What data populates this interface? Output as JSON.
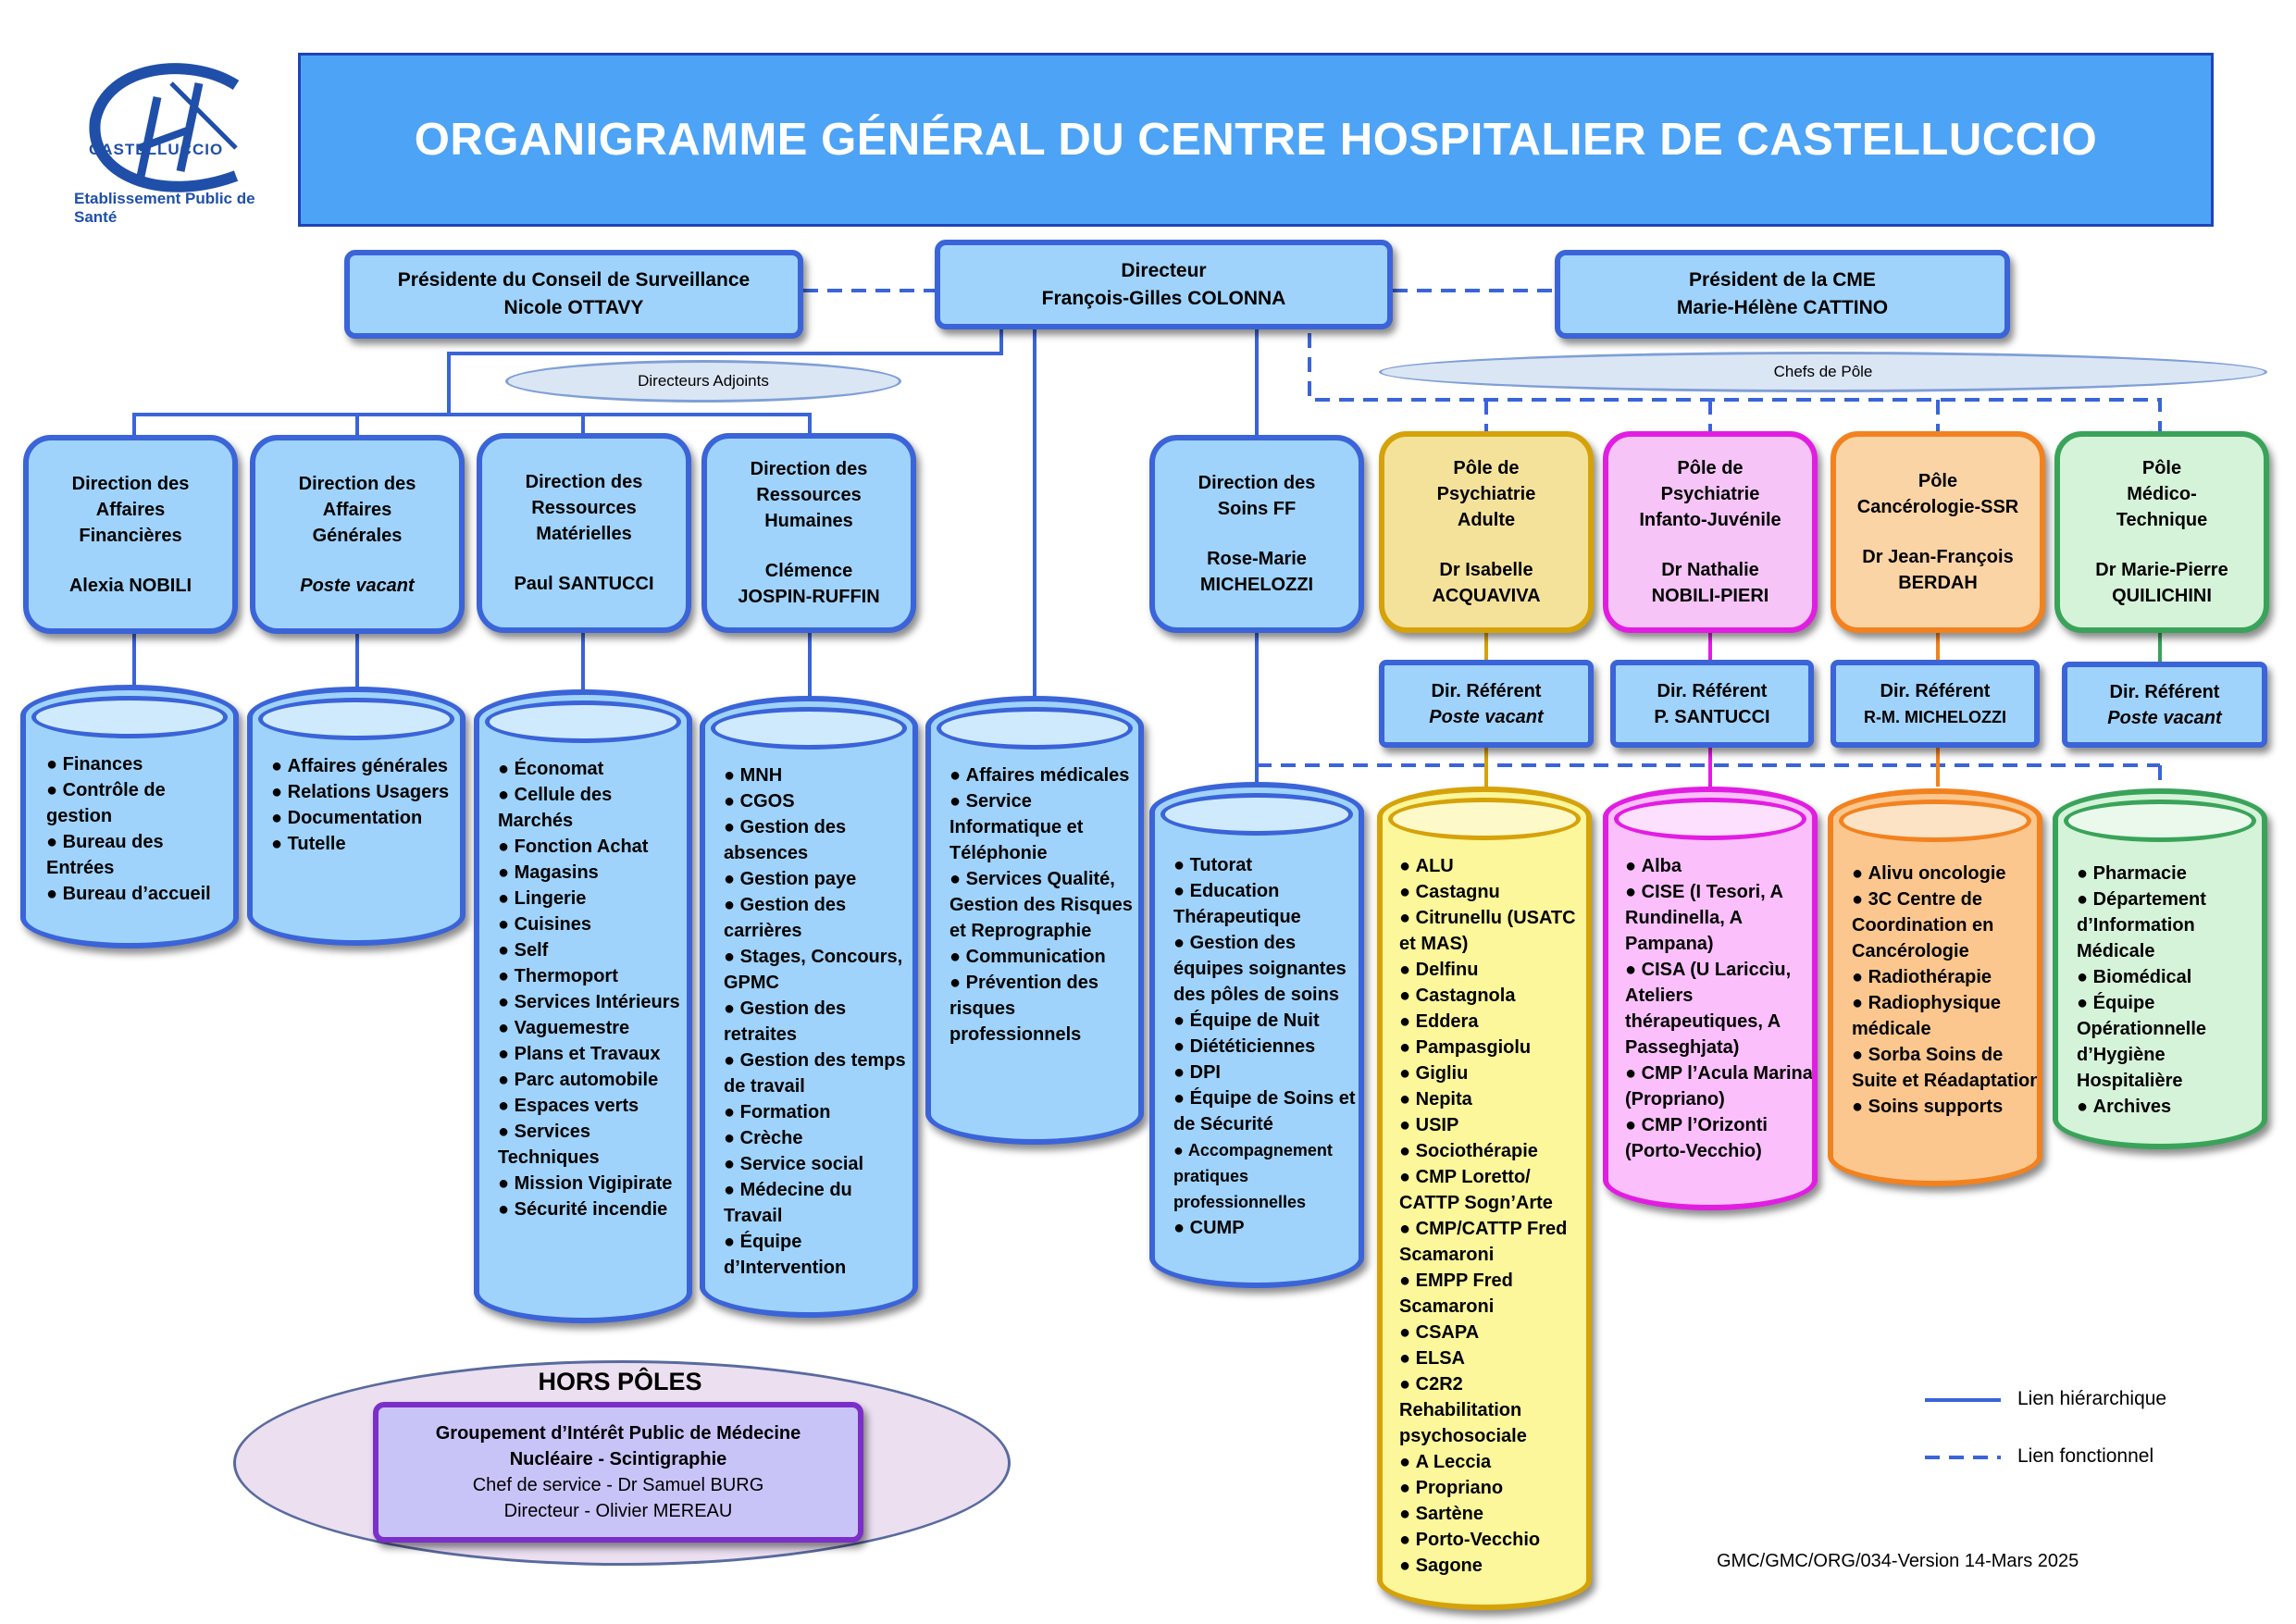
{
  "logo": {
    "name": "CASTELLUCCIO",
    "tagline": "Etablissement Public de Santé"
  },
  "title": "ORGANIGRAMME GÉNÉRAL DU CENTRE HOSPITALIER DE CASTELLUCCIO",
  "top": {
    "president_cs": {
      "role": "Présidente du Conseil de Surveillance",
      "name": "Nicole OTTAVY"
    },
    "director": {
      "role": "Directeur",
      "name": "François-Gilles COLONNA"
    },
    "president_cme": {
      "role": "Président de la CME",
      "name": "Marie-Hélène CATTINO"
    }
  },
  "labels": {
    "deputies": "Directeurs Adjoints",
    "pole_heads": "Chefs de Pôle"
  },
  "directions": [
    {
      "lines": [
        "Direction des",
        "Affaires",
        "Financières"
      ],
      "person": "Alexia NOBILI"
    },
    {
      "lines": [
        "Direction des",
        "Affaires",
        "Générales"
      ],
      "person": "Poste vacant"
    },
    {
      "lines": [
        "Direction des",
        "Ressources",
        "Matérielles"
      ],
      "person": "Paul SANTUCCI"
    },
    {
      "lines": [
        "Direction des",
        "Ressources",
        "Humaines"
      ],
      "person": [
        "Clémence",
        "JOSPIN-RUFFIN"
      ]
    },
    {
      "lines": [
        "Direction des",
        "Soins FF"
      ],
      "person": [
        "Rose-Marie",
        "MICHELOZZI"
      ]
    }
  ],
  "poles": [
    {
      "lines": [
        "Pôle de",
        "Psychiatrie",
        "Adulte"
      ],
      "person": [
        "Dr Isabelle",
        "ACQUAVIVA"
      ],
      "color": "#f5e29a",
      "border": "#d6a20a",
      "ref": {
        "label": "Dir. Référent",
        "name": "Poste vacant"
      }
    },
    {
      "lines": [
        "Pôle de",
        "Psychiatrie",
        "Infanto-Juvénile"
      ],
      "person": [
        "Dr Nathalie",
        "NOBILI-PIERI"
      ],
      "color": "#f6c4f6",
      "border": "#e21de2",
      "ref": {
        "label": "Dir. Référent",
        "name": "P. SANTUCCI"
      }
    },
    {
      "lines": [
        "Pôle",
        "Cancérologie-SSR"
      ],
      "person": [
        "Dr Jean-François",
        "BERDAH"
      ],
      "color": "#fbd4a5",
      "border": "#f2821f",
      "ref": {
        "label": "Dir. Référent",
        "name": "R-M. MICHELOZZI"
      }
    },
    {
      "lines": [
        "Pôle",
        "Médico-",
        "Technique"
      ],
      "person": [
        "Dr Marie-Pierre",
        "QUILICHINI"
      ],
      "color": "#d5f3d9",
      "border": "#3aa35a",
      "ref": {
        "label": "Dir. Référent",
        "name": "Poste vacant"
      }
    }
  ],
  "services": {
    "finances": [
      "Finances",
      "Contrôle de gestion",
      "Bureau des Entrées",
      "Bureau d’accueil"
    ],
    "generales": [
      "Affaires générales",
      "Relations Usagers",
      "Documentation",
      "Tutelle"
    ],
    "materielles": [
      "Économat",
      "Cellule des Marchés",
      "Fonction Achat",
      "Magasins",
      "Lingerie",
      "Cuisines",
      "Self",
      "Thermoport",
      "Services Intérieurs",
      "Vaguemestre",
      "Plans et Travaux",
      "Parc automobile",
      "Espaces verts",
      "Services Techniques",
      "Mission Vigipirate",
      "Sécurité incendie"
    ],
    "humaines": [
      "MNH",
      "CGOS",
      "Gestion des absences",
      "Gestion paye",
      "Gestion des carrières",
      "Stages, Concours, GPMC",
      "Gestion des retraites",
      "Gestion des temps de travail",
      "Formation",
      "Crèche",
      "Service social",
      "Médecine du Travail",
      "Équipe d’Intervention"
    ],
    "direction": [
      "Affaires médicales",
      "Service Informatique et Téléphonie",
      "Services Qualité, Gestion des Risques et Reprographie",
      "Communication",
      "Prévention des risques professionnels"
    ],
    "soins": [
      "Tutorat",
      "Education Thérapeutique",
      "Gestion des équipes soignantes des pôles de soins",
      "Équipe de Nuit",
      "Diététiciennes",
      "DPI",
      "Équipe de Soins et de Sécurité",
      "Accompagnement pratiques professionnelles",
      "CUMP"
    ],
    "psy_adulte": [
      "ALU",
      "Castagnu",
      "Citrunellu (USATC et MAS)",
      "Delfinu",
      "Castagnola",
      "Eddera",
      "Pampasgiolu",
      "Gigliu",
      "Nepita",
      "USIP",
      "Sociothérapie",
      "CMP Loretto/ CATTP Sogn’Arte",
      "CMP/CATTP Fred Scamaroni",
      "EMPP Fred Scamaroni",
      "CSAPA",
      "ELSA",
      "C2R2 Rehabilitation psychosociale",
      "A Leccia",
      "Propriano",
      "Sartène",
      "Porto-Vecchio",
      "Sagone"
    ],
    "psy_infanto": [
      "Alba",
      "CISE (I Tesori, A Rundinella, A Pampana)",
      "CISA (U Lariccìu, Ateliers thérapeutiques, A Passeghjata)",
      "CMP l’Acula Marina (Propriano)",
      "CMP l’Orizonti (Porto-Vecchio)"
    ],
    "cancero": [
      "Alivu oncologie",
      "3C Centre de Coordination en Cancérologie",
      "Radiothérapie",
      "Radiophysique médicale",
      "Sorba Soins de Suite et Réadaptation",
      "Soins supports"
    ],
    "medtech": [
      "Pharmacie",
      "Département d’Information Médicale",
      "Biomédical",
      "Équipe Opérationnelle d’Hygiène Hospitalière",
      "Archives"
    ]
  },
  "hors_poles": {
    "title": "HORS PÔLES",
    "line1": "Groupement d’Intérêt Public de Médecine",
    "line2": "Nucléaire - Scintigraphie",
    "line3": "Chef de service - Dr Samuel BURG",
    "line4": "Directeur - Olivier MEREAU"
  },
  "legend": {
    "hier": "Lien hiérarchique",
    "func": "Lien fonctionnel"
  },
  "footer": "GMC/GMC/ORG/034-Version 14-Mars 2025",
  "colors": {
    "primary_line": "#3a64d8",
    "box_fill": "#9fd3fb",
    "banner": "#4da3f5"
  }
}
